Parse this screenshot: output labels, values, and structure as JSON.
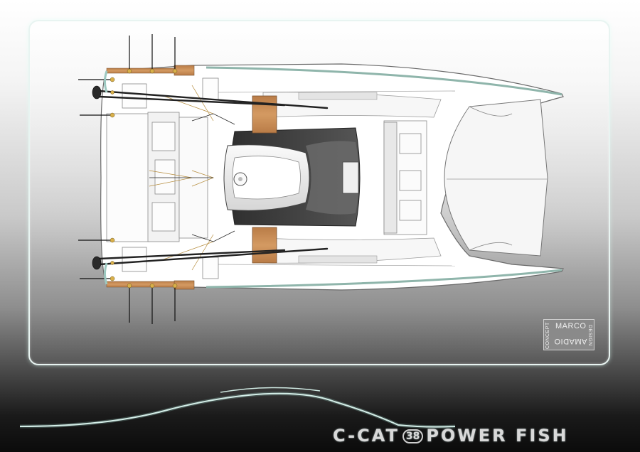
{
  "designer_stamp": {
    "concept": "CONCEPT",
    "first_name": "MARCO",
    "last_name": "AMADIO",
    "design": "DESIGN"
  },
  "brand": {
    "name": "C-CAT",
    "model": "38",
    "variant": "POWER FISH"
  },
  "colors": {
    "hull_accent": "#8fb5ab",
    "teak": "#c58a55",
    "hardtop": "#3f3f3f",
    "glow": "#e6f6f2"
  }
}
